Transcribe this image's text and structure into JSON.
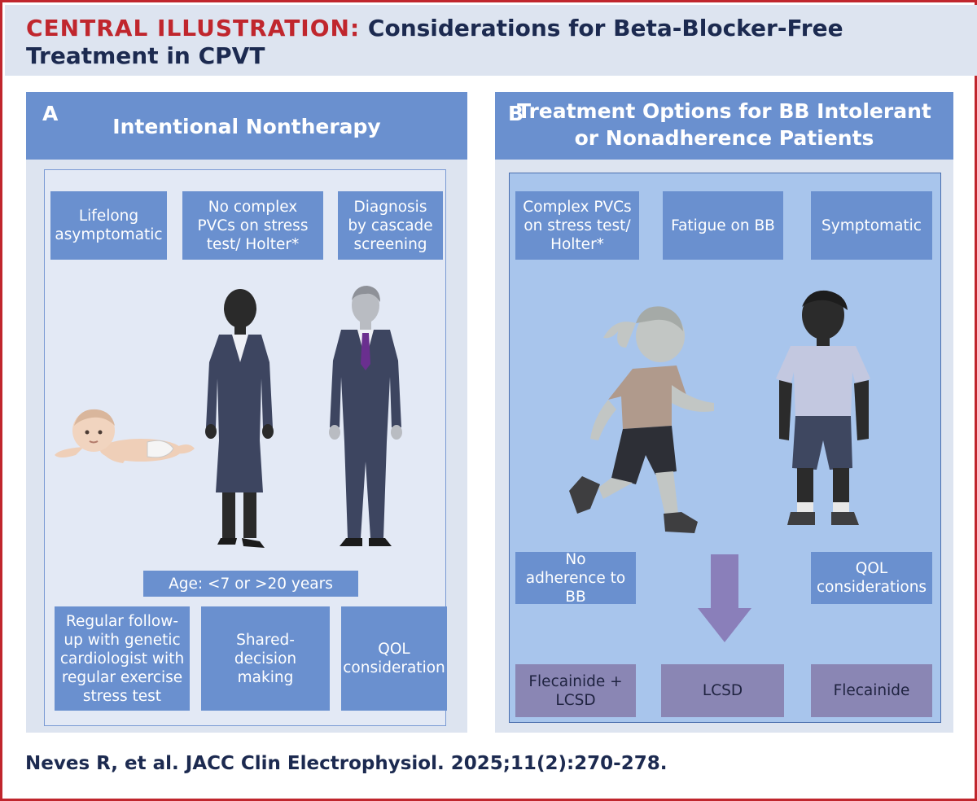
{
  "header": {
    "title_lead": "CENTRAL ILLUSTRATION:",
    "title_rest": "Considerations for Beta-Blocker-Free Treatment in CPVT"
  },
  "panel_a": {
    "letter": "A",
    "title": "Intentional Nontherapy",
    "boxes_top": [
      "Lifelong asymptomatic",
      "No complex PVCs on stress test/ Holter*",
      "Diagnosis by cascade screening"
    ],
    "age": "Age: <7 or >20 years",
    "boxes_bottom": [
      "Regular follow-up with genetic cardiologist with regular exercise stress test",
      "Shared-decision making",
      "QOL consideration"
    ]
  },
  "panel_b": {
    "letter": "B",
    "title_line1": "Treatment Options for BB Intolerant",
    "title_line2": "or Nonadherence Patients",
    "boxes_top": [
      "Complex PVCs on stress test/ Holter*",
      "Fatigue on BB",
      "Symptomatic"
    ],
    "mid_left": "No adherence to BB",
    "mid_right": "QOL considerations",
    "options": [
      "Flecainide + LCSD",
      "LCSD",
      "Flecainide"
    ]
  },
  "citation": "Neves R, et al. JACC Clin Electrophysiol. 2025;11(2):270-278.",
  "colors": {
    "brand_red": "#c0262d",
    "navy": "#1c2a50",
    "box_blue": "#6a90cf",
    "option_purple": "#8a86b4",
    "arrow_purple": "#8a7fba"
  }
}
